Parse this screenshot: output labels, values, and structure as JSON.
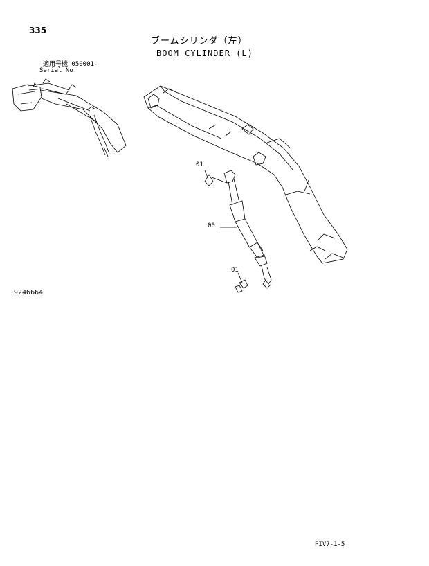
{
  "header": {
    "page_number": "335",
    "title_jp": "ブームシリンダ（左）",
    "title_en": "BOOM CYLINDER (L)"
  },
  "serial": {
    "label_jp": "適用号機  050001-",
    "label_en": "Serial No."
  },
  "callouts": {
    "pin_top": "01",
    "cylinder": "00",
    "pin_bottom": "01"
  },
  "footer": {
    "figure_number": "9246664",
    "page_code": "PIV7-1-5"
  },
  "colors": {
    "line": "#000000",
    "background": "#ffffff"
  }
}
